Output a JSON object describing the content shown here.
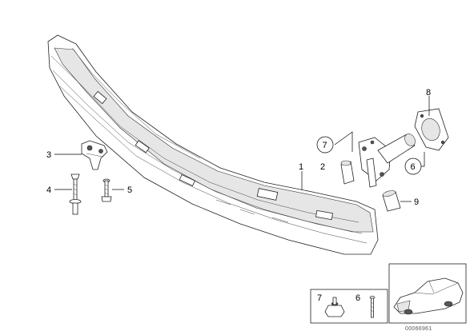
{
  "callouts": {
    "c1": "1",
    "c2": "2",
    "c3": "3",
    "c4": "4",
    "c5": "5",
    "c6": "6",
    "c7": "7",
    "c8": "8",
    "c9": "9"
  },
  "legend": {
    "l7": "7",
    "l6": "6"
  },
  "reference_number": "00066961",
  "colors": {
    "line": "#000000",
    "shade": "#e6e6e6",
    "background": "#ffffff"
  }
}
